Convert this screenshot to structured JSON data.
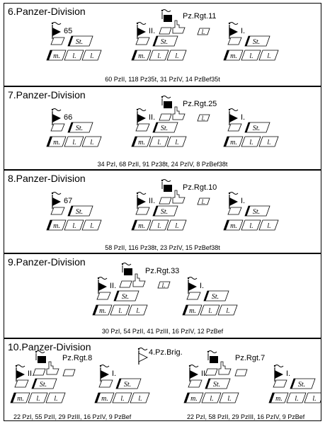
{
  "divisions": [
    {
      "title": "6.Panzer-Division",
      "aufkl": "65",
      "regiment": "Pz.Rgt.11",
      "bn1": "I.",
      "bn2": "II.",
      "company_st": "St.",
      "company_m": "m.",
      "company_l": "l.",
      "summary": "60 PzII, 118 Pz35t, 31 PzIV, 14 PzBef35t"
    },
    {
      "title": "7.Panzer-Division",
      "aufkl": "66",
      "regiment": "Pz.Rgt.25",
      "bn1": "I.",
      "bn2": "II.",
      "company_st": "St.",
      "company_m": "m.",
      "company_l": "l.",
      "summary": "34 PzI, 68 PzII, 91 Pz38t, 24 PzIV, 8 PzBef38t"
    },
    {
      "title": "8.Panzer-Division",
      "aufkl": "67",
      "regiment": "Pz.Rgt.10",
      "bn1": "I.",
      "bn2": "II.",
      "company_st": "St.",
      "company_m": "m.",
      "company_l": "l.",
      "summary": "58 PzII, 116 Pz38t, 23 PzIV, 15 PzBef38t"
    },
    {
      "title": "9.Panzer-Division",
      "regiment": "Pz.Rgt.33",
      "bn1": "I.",
      "bn2": "II.",
      "company_st": "St.",
      "company_m": "m.",
      "company_l": "l.",
      "summary": "30 PzI, 54 PzII, 41 PzIII, 16 PzIV, 12 PzBef"
    },
    {
      "title": "10.Panzer-Division",
      "brigade": "4.Pz.Brig.",
      "regiment_a": "Pz.Rgt.8",
      "regiment_b": "Pz.Rgt.7",
      "bn1": "I.",
      "bn2": "II.",
      "company_st": "St.",
      "company_m": "m.",
      "company_l": "l.",
      "summary_a": "22 PzI, 55 PzII, 29 PzIII, 16 PzIV, 9 PzBef",
      "summary_b": "22 PzI, 58 PzII, 29 PzIII, 16 PzIV, 9 PzBef"
    }
  ],
  "colors": {
    "ink": "#000000",
    "paper": "#ffffff"
  },
  "icons": [
    "command-flag-icon",
    "hq-filled-box-icon",
    "staff-vehicle-icon"
  ]
}
